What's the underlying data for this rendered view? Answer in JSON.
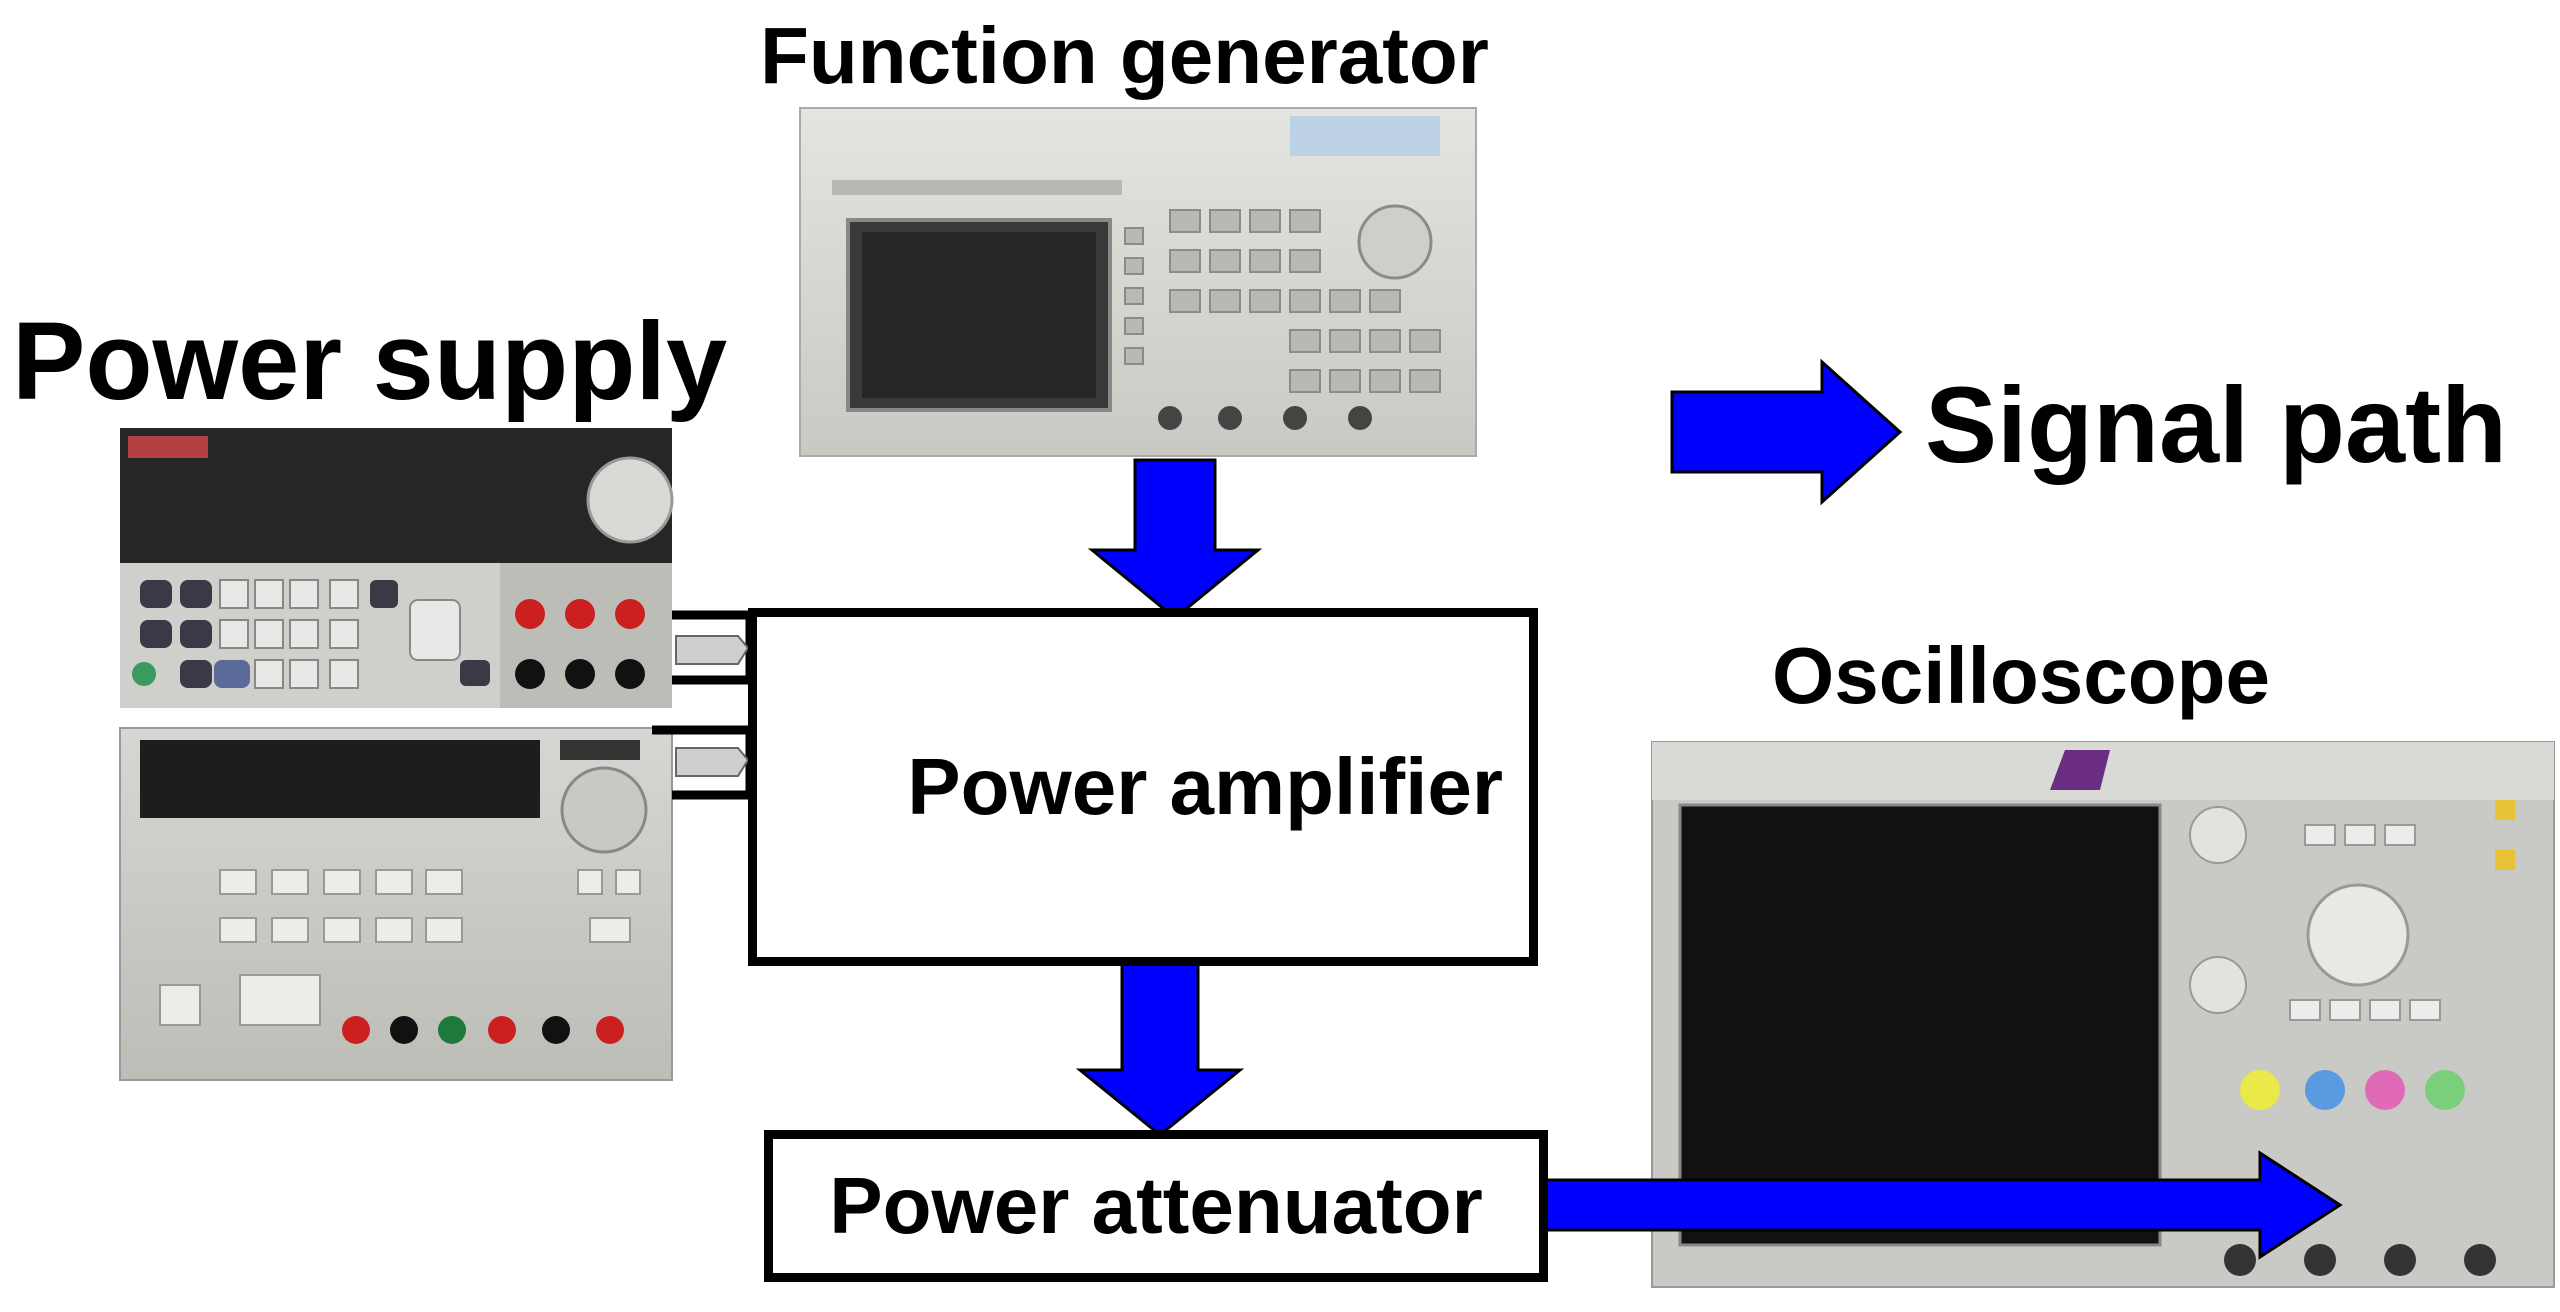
{
  "labels": {
    "function_generator": "Function generator",
    "power_supply": "Power supply",
    "signal_path": "Signal path",
    "oscilloscope": "Oscilloscope",
    "power_amplifier": "Power amplifier",
    "power_attenuator": "Power attenuator"
  },
  "colors": {
    "arrow": "#0000ff",
    "box_border": "#000000",
    "text": "#000000"
  },
  "icons": {
    "function_generator": "function-generator-photo",
    "power_supply_top": "triple-output-power-supply-photo",
    "power_supply_bottom": "dc-power-supply-photo",
    "oscilloscope": "oscilloscope-photo"
  }
}
